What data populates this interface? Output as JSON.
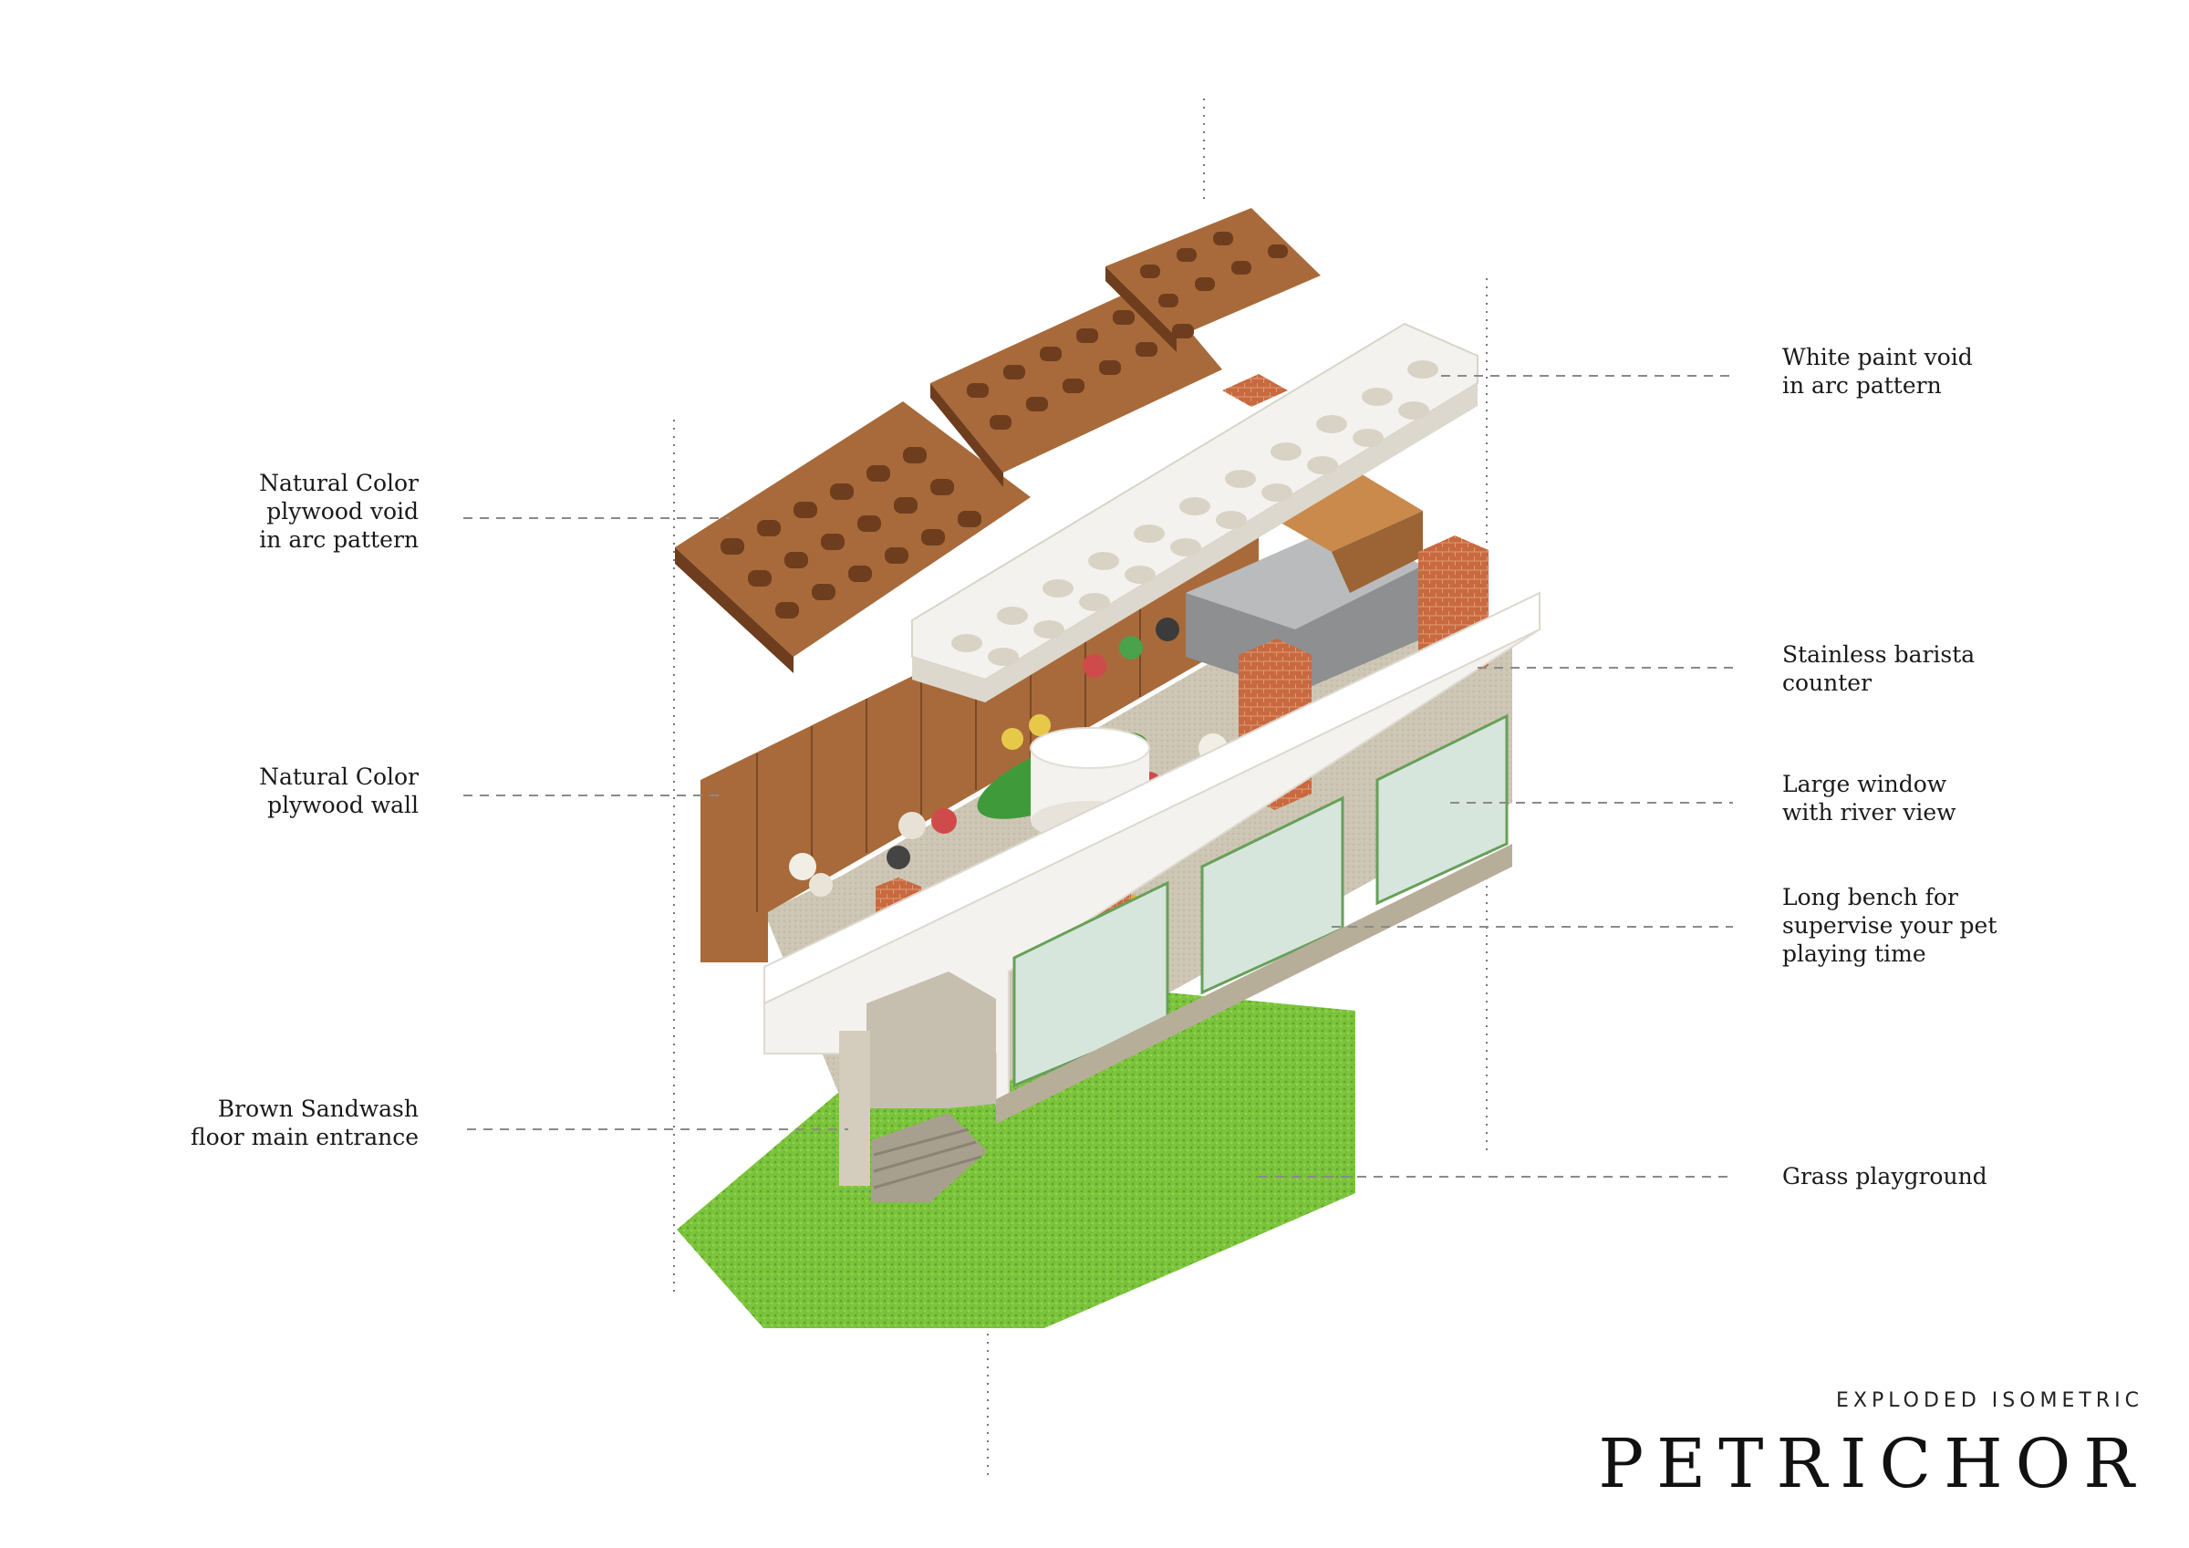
{
  "header": {
    "subtitle": "EXPLODED ISOMETRIC",
    "title": "PETRICHOR"
  },
  "callouts": {
    "left": [
      {
        "id": "ceiling-plywood",
        "text": "Natural Color\nplywood void\nin arc pattern"
      },
      {
        "id": "plywood-wall",
        "text": "Natural Color\nplywood wall"
      },
      {
        "id": "entrance-floor",
        "text": "Brown Sandwash\nfloor main entrance"
      }
    ],
    "right": [
      {
        "id": "white-void",
        "text": "White paint void\nin arc pattern"
      },
      {
        "id": "barista-counter",
        "text": "Stainless barista\ncounter"
      },
      {
        "id": "river-window",
        "text": "Large window\nwith river view"
      },
      {
        "id": "long-bench",
        "text": "Long bench for\nsupervise your pet\nplaying time"
      },
      {
        "id": "grass",
        "text": "Grass playground"
      }
    ]
  },
  "colors": {
    "plywood": "#a86a3a",
    "plywood_dark": "#6e3d1e",
    "white_panel": "#f4f2ee",
    "brick": "#c8693f",
    "floor": "#c9c2b1",
    "grass": "#7cc43c",
    "glass": "#d7e6dc",
    "green_table": "#3f9a3a",
    "leader": "#8a8a8a"
  }
}
